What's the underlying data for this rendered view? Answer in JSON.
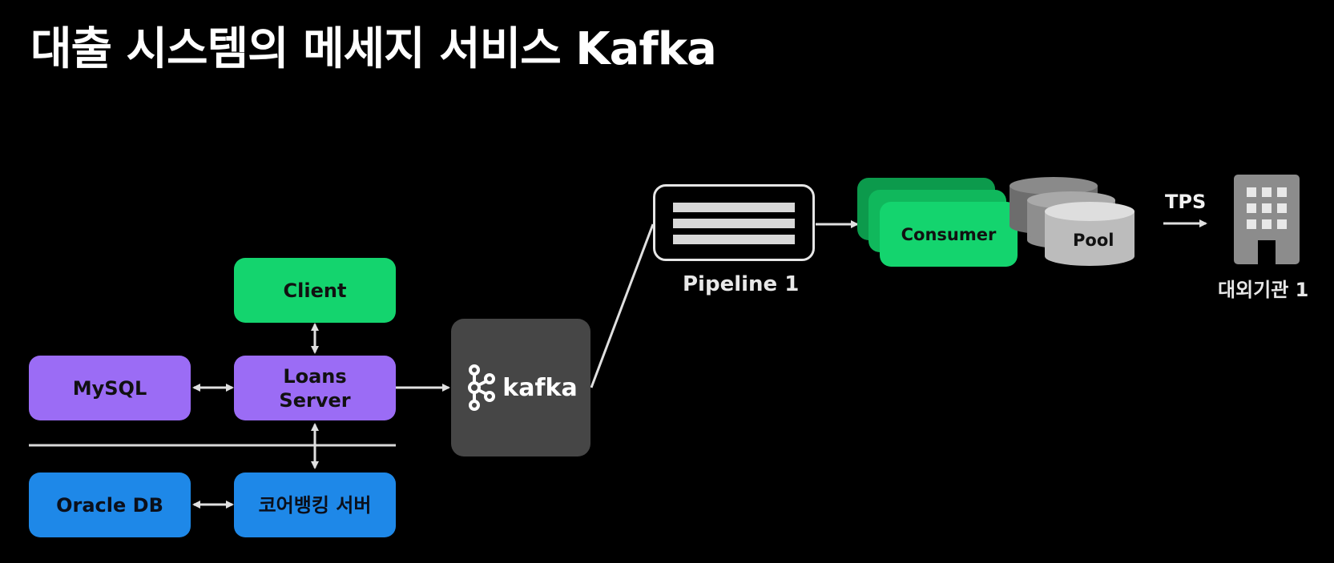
{
  "title": "대출 시스템의 메세지 서비스 Kafka",
  "nodes": {
    "client": "Client",
    "loans_server_line1": "Loans",
    "loans_server_line2": "Server",
    "mysql": "MySQL",
    "oracle_db": "Oracle DB",
    "core_banking": "코어뱅킹 서버",
    "kafka": "kafka",
    "pipeline": "Pipeline 1",
    "consumer": "Consumer",
    "pool": "Pool",
    "tps": "TPS",
    "external_org": "대외기관 1"
  },
  "colors": {
    "green": "#14d46e",
    "purple": "#9b6cf5",
    "blue": "#1e88e8",
    "kafka_bg": "#464646"
  },
  "icons": [
    "kafka-logo-icon",
    "building-icon",
    "pipeline-icon",
    "database-cylinder-icon"
  ]
}
